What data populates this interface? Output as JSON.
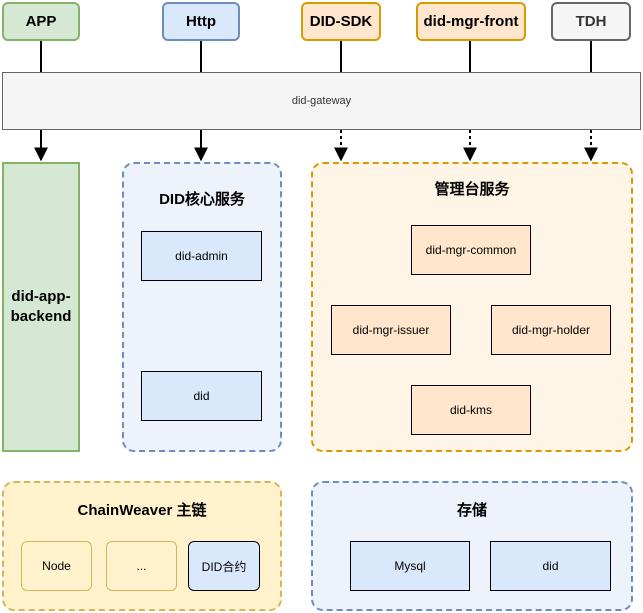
{
  "top_nodes": {
    "app": "APP",
    "http": "Http",
    "did_sdk": "DID-SDK",
    "did_mgr_front": "did-mgr-front",
    "tdh": "TDH"
  },
  "gateway": "did-gateway",
  "backend": {
    "line1": "did-app-",
    "line2": "backend"
  },
  "core_service": {
    "title": "DID核心服务",
    "admin": "did-admin",
    "did": "did"
  },
  "admin_service": {
    "title": "管理台服务",
    "common": "did-mgr-common",
    "issuer": "did-mgr-issuer",
    "holder": "did-mgr-holder",
    "kms": "did-kms"
  },
  "chain": {
    "title": "ChainWeaver 主链",
    "node": "Node",
    "ellipsis": "...",
    "contract": "DID合约"
  },
  "storage": {
    "title": "存储",
    "mysql": "Mysql",
    "did": "did"
  }
}
